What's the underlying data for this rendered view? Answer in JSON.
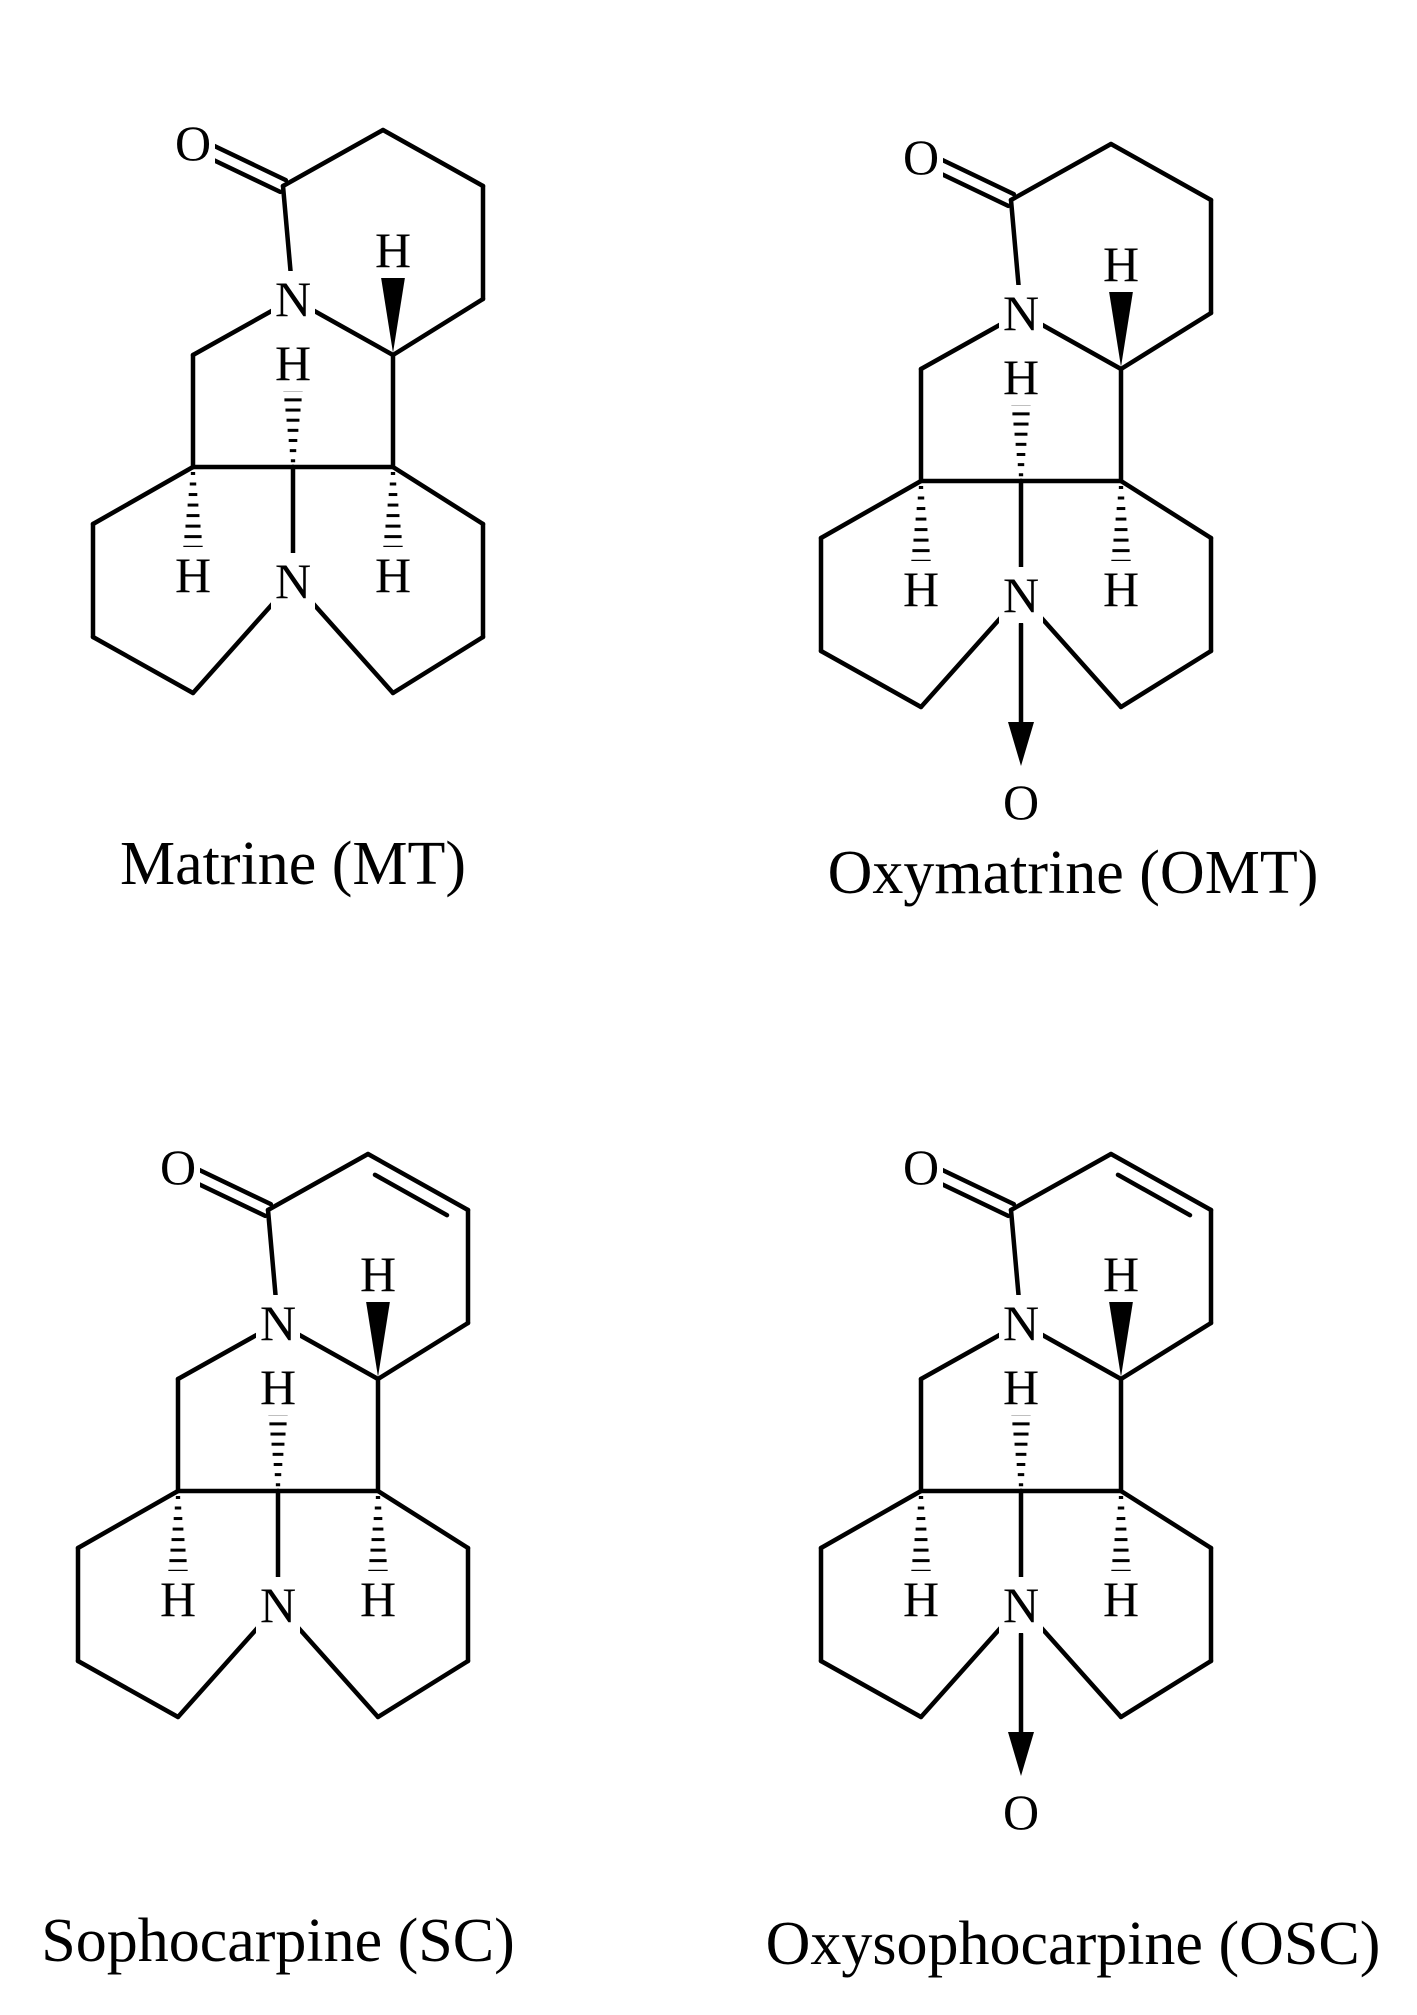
{
  "atom_labels": {
    "oxygen": "O",
    "nitrogen": "N",
    "hydrogen": "H"
  },
  "molecules": [
    {
      "id": "mt",
      "caption": "Matrine (MT)",
      "has_n_oxide": false,
      "has_ring_double_bond": false
    },
    {
      "id": "omt",
      "caption": "Oxymatrine (OMT)",
      "has_n_oxide": true,
      "has_ring_double_bond": false
    },
    {
      "id": "sc",
      "caption": "Sophocarpine (SC)",
      "has_n_oxide": false,
      "has_ring_double_bond": true
    },
    {
      "id": "osc",
      "caption": "Oxysophocarpine (OSC)",
      "has_n_oxide": true,
      "has_ring_double_bond": true
    }
  ],
  "colors": {
    "ink": "#000000",
    "background": "#ffffff"
  }
}
